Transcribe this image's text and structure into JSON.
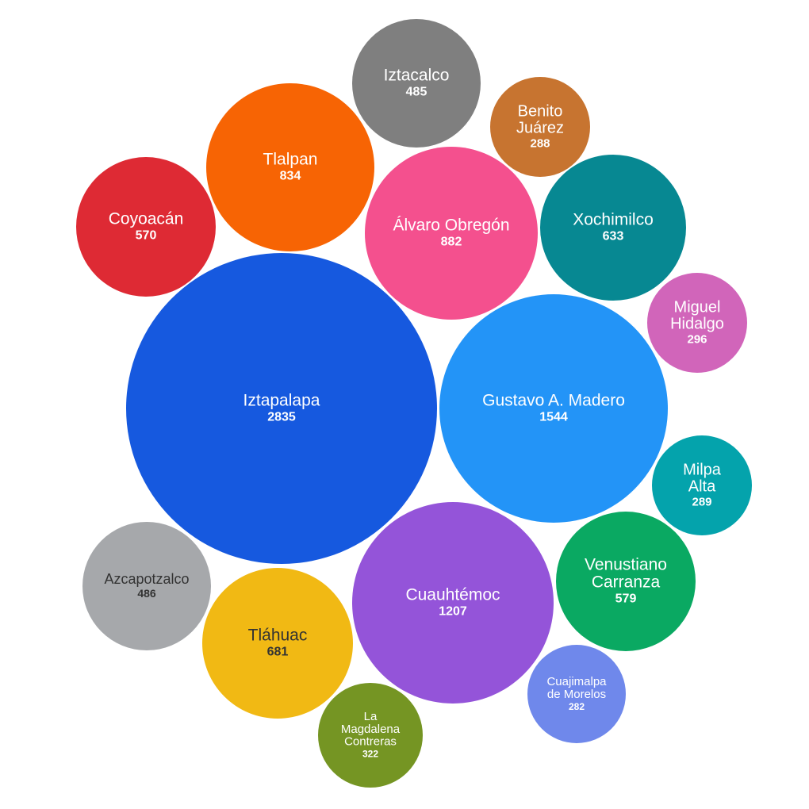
{
  "chart_data": {
    "type": "bubble",
    "title": "",
    "items": [
      {
        "name": "Iztapalapa",
        "value": 2835,
        "color": "#1659DF"
      },
      {
        "name": "Gustavo A. Madero",
        "value": 1544,
        "color": "#2394F7"
      },
      {
        "name": "Cuauhtémoc",
        "value": 1207,
        "color": "#9454D9"
      },
      {
        "name": "Álvaro Obregón",
        "value": 882,
        "color": "#F4508E"
      },
      {
        "name": "Tlalpan",
        "value": 834,
        "color": "#F76404"
      },
      {
        "name": "Tláhuac",
        "value": 681,
        "color": "#F1B914"
      },
      {
        "name": "Xochimilco",
        "value": 633,
        "color": "#078892"
      },
      {
        "name": "Venustiano Carranza",
        "value": 579,
        "color": "#0AA962"
      },
      {
        "name": "Coyoacán",
        "value": 570,
        "color": "#DE2A34"
      },
      {
        "name": "Azcapotzalco",
        "value": 486,
        "color": "#A6A8AB"
      },
      {
        "name": "Iztacalco",
        "value": 485,
        "color": "#7F7F7F"
      },
      {
        "name": "La Magdalena Contreras",
        "value": 322,
        "color": "#759523"
      },
      {
        "name": "Miguel Hidalgo",
        "value": 296,
        "color": "#D165BA"
      },
      {
        "name": "Milpa Alta",
        "value": 289,
        "color": "#04A3AC"
      },
      {
        "name": "Benito Juárez",
        "value": 288,
        "color": "#C77430"
      },
      {
        "name": "Cuajimalpa de Morelos",
        "value": 282,
        "color": "#6F88EB"
      }
    ]
  }
}
